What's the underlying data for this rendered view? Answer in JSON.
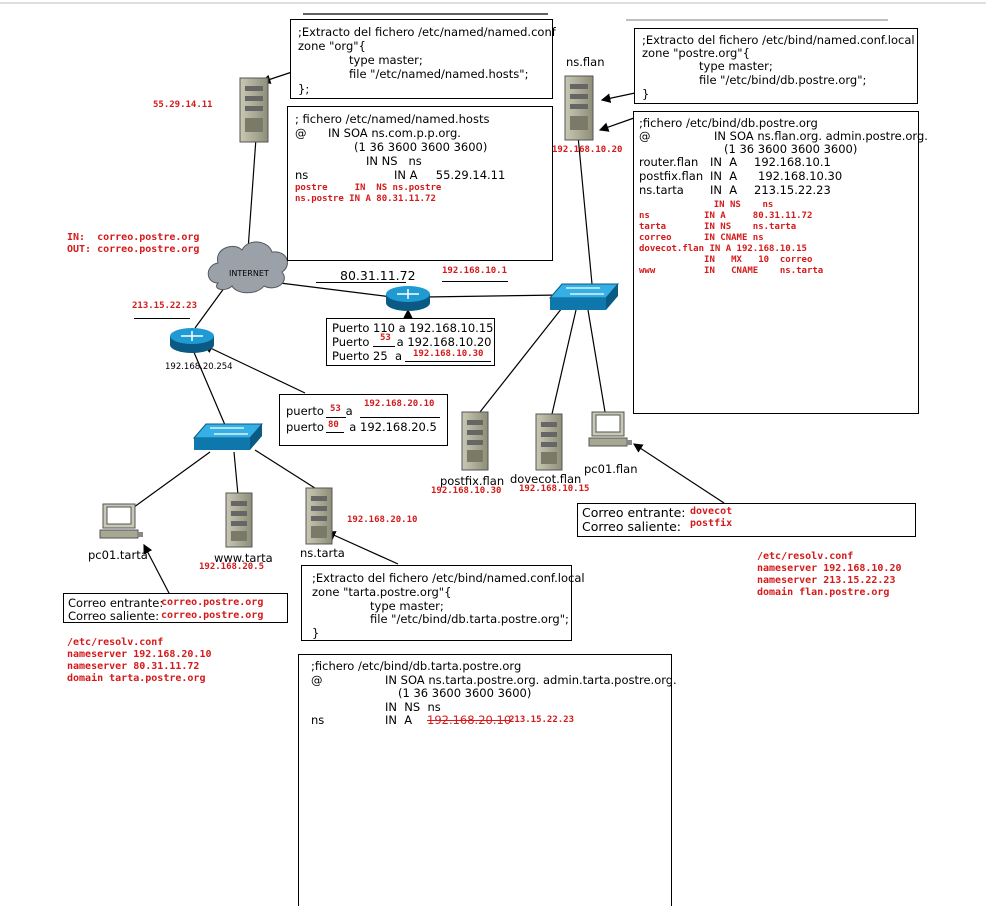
{
  "named_conf": {
    "title": ";Extracto del fichero /etc/named/named.conf",
    "l1": "zone \"org\"{",
    "l2": "type master;",
    "l3": "file \"/etc/named/named.hosts\";",
    "l4": "};"
  },
  "named_hosts": {
    "title": "; fichero /etc/named/named.hosts",
    "l1a": "@",
    "l1b": "IN SOA ns.com.p.p.org.",
    "l2": "(1 36 3600 3600 3600)",
    "l3": "IN NS   ns",
    "l4a": "ns",
    "l4b": "IN A     55.29.14.11",
    "r1": "postre     IN  NS ns.postre",
    "r2": "ns.postre IN A 80.31.11.72"
  },
  "bind_conf_local": {
    "title": ";Extracto del fichero /etc/bind/named.conf.local",
    "l1": "zone \"postre.org\"{",
    "l2": "type master;",
    "l3": "file \"/etc/bind/db.postre.org\";",
    "l4": "}"
  },
  "db_postre": {
    "title": ";fichero /etc/bind/db.postre.org",
    "l1a": "@",
    "l1b": "IN SOA ns.flan.org. admin.postre.org.",
    "l2": "(1 36 3600 3600 3600)",
    "rows": [
      [
        "router.flan",
        "IN  A",
        "192.168.10.1"
      ],
      [
        "postfix.flan",
        "IN  A",
        "192.168.10.30"
      ],
      [
        "ns.tarta",
        "IN  A",
        "213.15.22.23"
      ]
    ],
    "red": [
      "                IN NS    ns",
      "ns          IN A     80.31.11.72",
      "tarta       IN NS    ns.tarta",
      "correo      IN CNAME ns",
      "dovecot.flan IN A 192.168.10.15",
      "            IN   MX   10  correo",
      "www         IN   CNAME    ns.tarta"
    ]
  },
  "ports_flan": {
    "l1": "Puerto 110 a 192.168.10.15",
    "l2a": "Puerto ",
    "l2n": "53",
    "l2b": " a 192.168.10.20",
    "l3a": "Puerto 25  a ",
    "l3r": "192.168.10.30"
  },
  "ports_tarta": {
    "l1a": "puerto ",
    "l1n": "53",
    "l1b": " a ",
    "l1r": "192.168.20.10",
    "l2a": "puerto ",
    "l2n": "80",
    "l2b": "  a 192.168.20.5"
  },
  "tarta_conf": {
    "title": ";Extracto del fichero /etc/bind/named.conf.local",
    "l1": "zone \"tarta.postre.org\"{",
    "l2": "type master;",
    "l3": "file \"/etc/bind/db.tarta.postre.org\";",
    "l4": "}"
  },
  "db_tarta": {
    "title": ";fichero /etc/bind/db.tarta.postre.org",
    "l1a": "@",
    "l1b": "IN SOA ns.tarta.postre.org. admin.tarta.postre.org.",
    "l2": "(1 36 3600 3600 3600)",
    "l3": "IN  NS  ns",
    "l4a": "ns",
    "l4b": "IN  A",
    "l4old": "192.168.20.10",
    "l4new": "213.15.22.23"
  },
  "mail_flan": {
    "in_label": "Correo entrante: ",
    "in_val": "dovecot",
    "out_label": "Correo saliente:  ",
    "out_val": "postfix"
  },
  "mail_tarta": {
    "in_label": "Correo entrante: ",
    "in_val": "correo.postre.org",
    "out_label": "Correo saliente:  ",
    "out_val": "correo.postre.org"
  },
  "resolv_flan": {
    "l1": "/etc/resolv.conf",
    "l2": "nameserver 192.168.10.20",
    "l3": "nameserver 213.15.22.23",
    "l4": "domain flan.postre.org"
  },
  "resolv_tarta": {
    "l1": "/etc/resolv.conf",
    "l2": "nameserver 192.168.20.10",
    "l3": "nameserver 80.31.11.72",
    "l4": "domain tarta.postre.org"
  },
  "labels": {
    "ip_org": "55.29.14.11",
    "in": "IN:  correo.postre.org",
    "out": "OUT: correo.postre.org",
    "internet": "INTERNET",
    "ip_tarta_router": "213.15.22.23",
    "ip_tarta_lan": "192.168.20.254",
    "ip_flan_router": "80.31.11.72",
    "ip_flan_lan": "192.168.10.1",
    "nsflan": "ns.flan",
    "nsflan_ip": "192.168.10.20",
    "postfix": "postfix.flan",
    "postfix_ip": "192.168.10.30",
    "dovecot": "dovecot.flan",
    "dovecot_ip": "192.168.10.15",
    "pc01flan": "pc01.flan",
    "pc01tarta": "pc01.tarta",
    "wwwtarta": "www.tarta",
    "wwwtarta_ip": "192.168.20.5",
    "nstarta": "ns.tarta",
    "nstarta_ip": "192.168.20.10"
  }
}
